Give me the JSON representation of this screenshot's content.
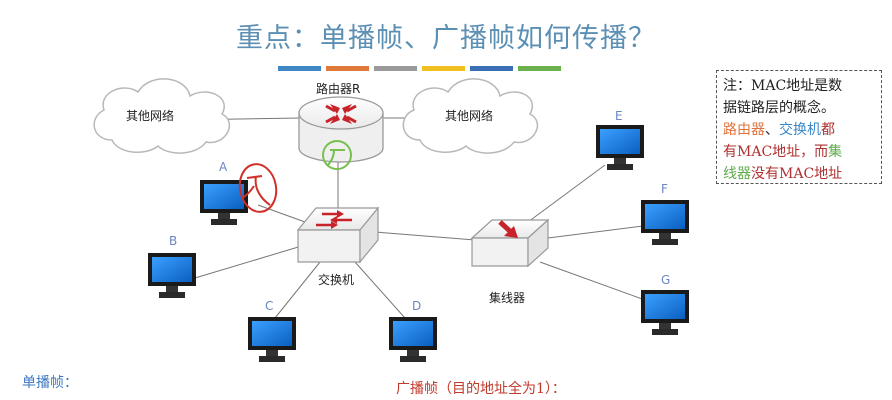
{
  "title": "重点：单播帧、广播帧如何传播？",
  "colors": {
    "title": "#5b8fb3",
    "bars": [
      "#3e86c4",
      "#e07a3a",
      "#9a9a9a",
      "#f0c020",
      "#3a6eb5",
      "#6ab04c"
    ],
    "monitor_blue": "#1478d8",
    "red_arrow": "#c8232a",
    "annotation_red": "#d0302a",
    "annotation_green": "#77c050"
  },
  "nodes": {
    "router": "路由器R",
    "switch": "交换机",
    "hub": "集线器",
    "cloud_left": "其他网络",
    "cloud_right": "其他网络"
  },
  "hosts": [
    "A",
    "B",
    "C",
    "D",
    "E",
    "F",
    "G"
  ],
  "note": {
    "line1": "注：MAC地址是数",
    "line2": "据链路层的概念。",
    "router": "路由器",
    "sep": "、",
    "switch": "交换机",
    "dou": "都",
    "line4a": "有MAC地址，而",
    "ji": "集",
    "xian": "线器",
    "no_mac": "没有MAC地址"
  },
  "footer": {
    "unicast": "单播帧：",
    "broadcast": "广播帧（目的地址全为1）："
  }
}
